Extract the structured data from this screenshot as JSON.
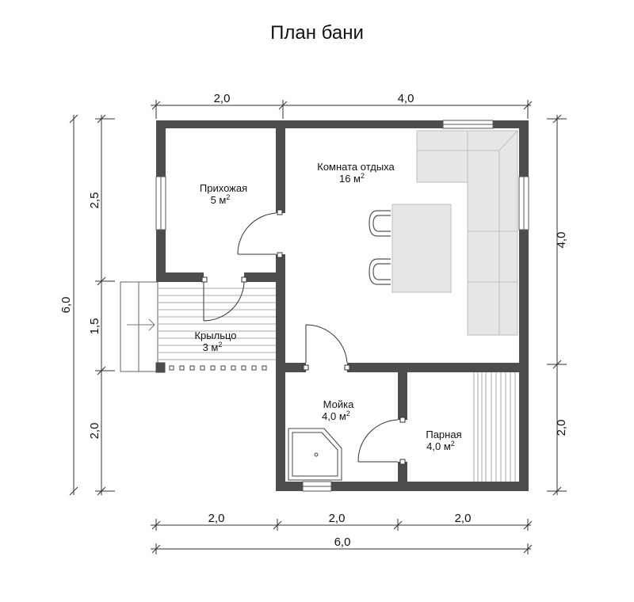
{
  "title": "План бани",
  "rooms": {
    "hall": {
      "name": "Прихожая",
      "area": "5 м",
      "sup": "2"
    },
    "lounge": {
      "name": "Комната отдыха",
      "area": "16 м",
      "sup": "2"
    },
    "porch": {
      "name": "Крыльцо",
      "area": "3 м",
      "sup": "2"
    },
    "wash": {
      "name": "Мойка",
      "area": "4,0 м",
      "sup": "2"
    },
    "steam": {
      "name": "Парная",
      "area": "4,0 м",
      "sup": "2"
    }
  },
  "dimensions": {
    "top_left": "2,0",
    "top_right": "4,0",
    "bottom_1": "2,0",
    "bottom_2": "2,0",
    "bottom_3": "2,0",
    "bottom_total": "6,0",
    "left_total": "6,0",
    "left_1": "2,5",
    "left_2": "1,5",
    "left_3": "2,0",
    "right_1": "4,0",
    "right_2": "2,0"
  },
  "colors": {
    "wall": "#4d4d4d",
    "furniture": "#e6e6e6",
    "line": "#333333"
  }
}
